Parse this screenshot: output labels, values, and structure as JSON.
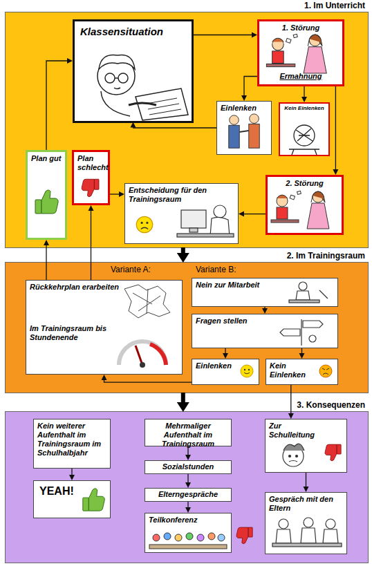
{
  "diagram": {
    "nodes": [
      {
        "text": [
          "1. Im Unterricht"
        ]
      },
      {
        "text": [
          "Klassensituation"
        ],
        "in": 0
      },
      {
        "text": [
          "1. Störung",
          "Ermahnung"
        ],
        "in": 0
      },
      {
        "text": [
          "Einlenken"
        ],
        "in": 0
      },
      {
        "text": [
          "Kein Einlenken"
        ],
        "in": 0
      },
      {
        "text": [
          "Plan gut"
        ],
        "in": 0
      },
      {
        "text": [
          "Plan schlecht"
        ],
        "in": 0
      },
      {
        "text": [
          "Entscheidung für den Trainingsraum"
        ],
        "in": 0
      },
      {
        "text": [
          "2. Störung"
        ],
        "in": 0
      },
      {
        "text": [
          "2. Im Trainingsraum"
        ]
      },
      {
        "text": [
          "Rückkehrplan erarbeiten",
          "Im Trainingsraum bis Stundenende"
        ],
        "in": 9
      },
      {
        "text": [
          "Nein zur Mitarbeit"
        ],
        "in": 9
      },
      {
        "text": [
          "Fragen stellen"
        ],
        "in": 9
      },
      {
        "text": [
          "Einlenken"
        ],
        "in": 9
      },
      {
        "text": [
          "Kein Einlenken"
        ],
        "in": 9
      },
      {
        "text": [
          "3. Konsequenzen"
        ]
      },
      {
        "text": [
          "Kein weiterer Aufenthalt im Trainingsraum im Schulhalbjahr"
        ],
        "in": 15
      },
      {
        "text": [
          "YEAH!"
        ],
        "in": 15
      },
      {
        "text": [
          "Mehrmaliger Aufenthalt im Trainingsraum"
        ],
        "in": 15
      },
      {
        "text": [
          "Sozialstunden"
        ],
        "in": 15
      },
      {
        "text": [
          "Elterngespräche"
        ],
        "in": 15
      },
      {
        "text": [
          "Teilkonferenz"
        ],
        "in": 15
      },
      {
        "text": [
          "Zur Schulleitung"
        ],
        "in": 15
      },
      {
        "text": [
          "Gespräch mit den Eltern"
        ],
        "in": 15
      }
    ],
    "edges": [
      {
        "from": 1,
        "to": 2,
        "arrow": "to"
      },
      {
        "from": 2,
        "to": 3,
        "arrow": "to"
      },
      {
        "from": 2,
        "to": 4,
        "arrow": "to"
      },
      {
        "from": 3,
        "to": 1,
        "arrow": "to"
      },
      {
        "from": 2,
        "to": 8,
        "arrow": "to"
      },
      {
        "from": 8,
        "to": 7,
        "arrow": "to"
      },
      {
        "from": 5,
        "to": 1,
        "arrow": "to"
      },
      {
        "from": 6,
        "to": 7,
        "arrow": "to"
      },
      {
        "from": 0,
        "to": 9,
        "arrow": "to"
      },
      {
        "from": 10,
        "to": 5,
        "arrow": "to"
      },
      {
        "from": 10,
        "to": 6,
        "arrow": "to"
      },
      {
        "from": 11,
        "to": 12,
        "arrow": "to"
      },
      {
        "from": 12,
        "to": 13,
        "arrow": "to"
      },
      {
        "from": 12,
        "to": 14,
        "arrow": "to"
      },
      {
        "from": 13,
        "to": 10,
        "arrow": "to"
      },
      {
        "from": 9,
        "to": 15,
        "arrow": "to"
      },
      {
        "from": 14,
        "to": 22,
        "arrow": "to"
      },
      {
        "from": 16,
        "to": 17,
        "arrow": "to"
      },
      {
        "from": 18,
        "to": 19,
        "arrow": "to"
      },
      {
        "from": 19,
        "to": 20,
        "arrow": "to"
      },
      {
        "from": 20,
        "to": 21,
        "arrow": "to"
      },
      {
        "from": 22,
        "to": 23,
        "arrow": "to"
      }
    ],
    "labels": [
      "Variante A:",
      "Variante B:"
    ]
  }
}
